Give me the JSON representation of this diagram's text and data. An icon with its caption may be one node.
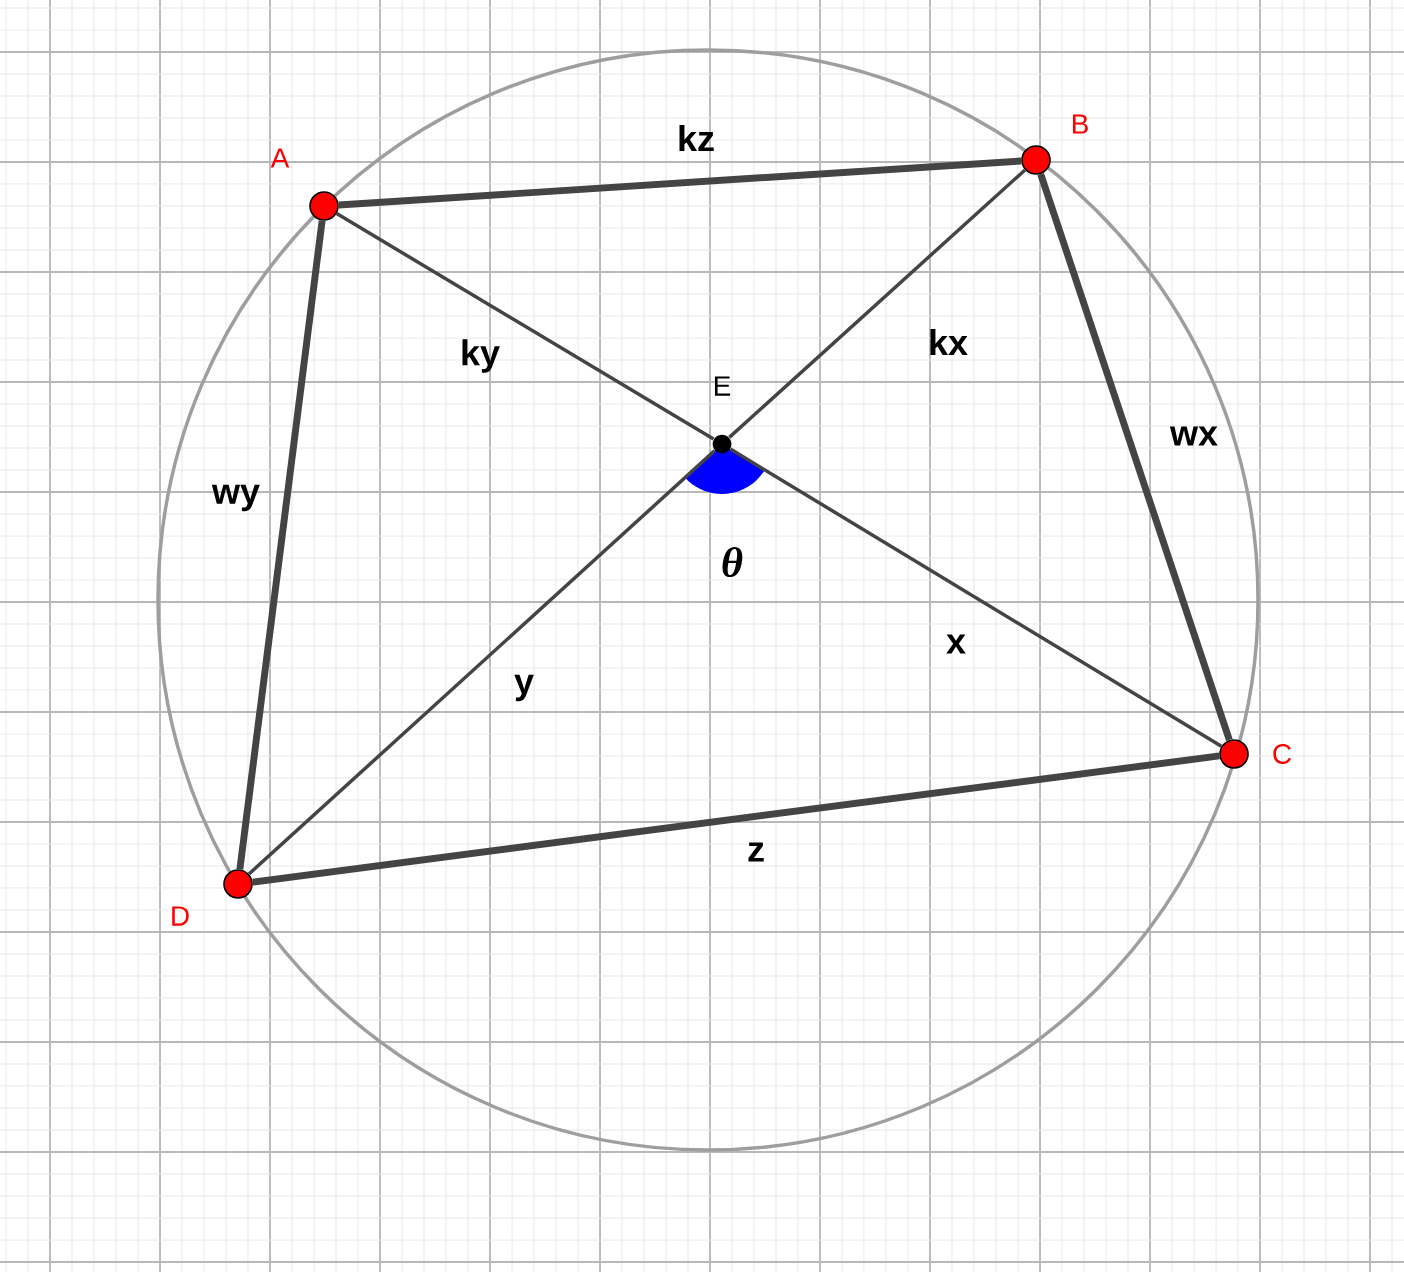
{
  "diagram": {
    "nodes": [
      {
        "text": [
          "A"
        ]
      },
      {
        "text": [
          "B"
        ]
      },
      {
        "text": [
          "C"
        ]
      },
      {
        "text": [
          "D"
        ]
      },
      {
        "text": [
          "E"
        ]
      }
    ],
    "edges": [
      {
        "from": 0,
        "to": 1,
        "arrow": "none",
        "label": "kz",
        "style": "thick"
      },
      {
        "from": 1,
        "to": 2,
        "arrow": "none",
        "label": "wx",
        "style": "thick"
      },
      {
        "from": 2,
        "to": 3,
        "arrow": "none",
        "label": "z",
        "style": "thick"
      },
      {
        "from": 3,
        "to": 0,
        "arrow": "none",
        "label": "wy",
        "style": "thick"
      },
      {
        "from": 0,
        "to": 4,
        "arrow": "none",
        "label": "ky"
      },
      {
        "from": 4,
        "to": 1,
        "arrow": "none",
        "label": "kx"
      },
      {
        "from": 4,
        "to": 2,
        "arrow": "none",
        "label": "x"
      },
      {
        "from": 4,
        "to": 3,
        "arrow": "none",
        "label": "y"
      }
    ],
    "labels": [
      "θ"
    ]
  }
}
